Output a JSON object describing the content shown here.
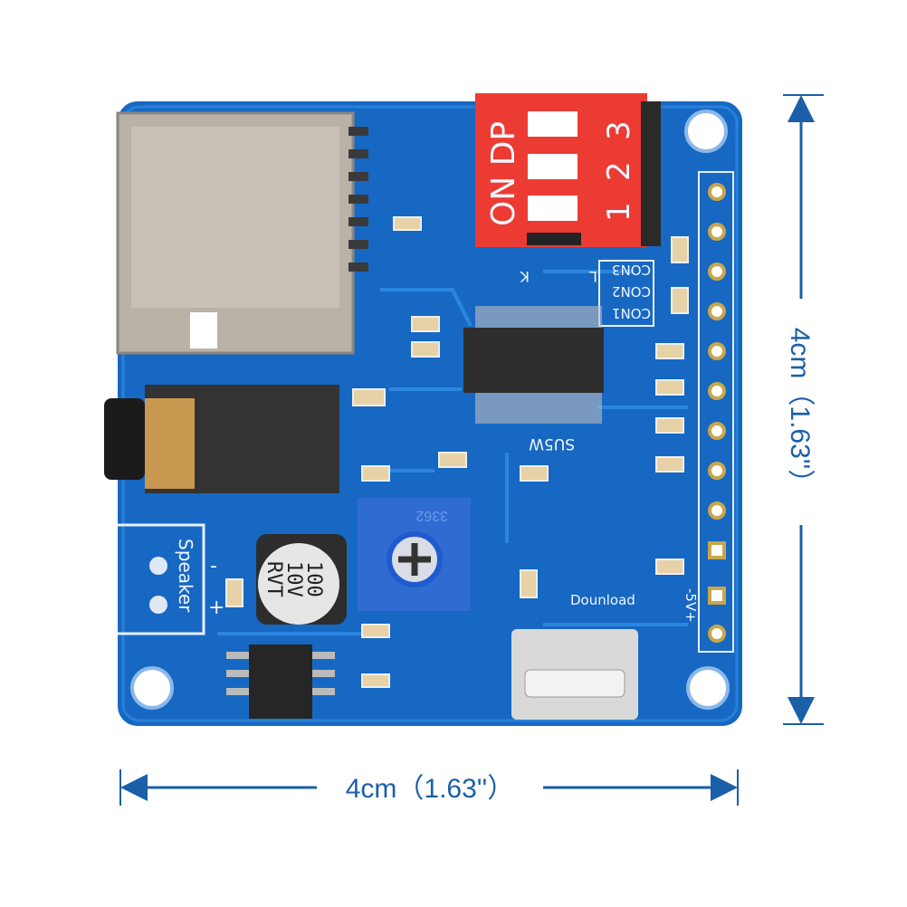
{
  "board": {
    "dip_switch": {
      "label": "ON DP",
      "positions": [
        "1",
        "2",
        "3"
      ]
    },
    "silkscreen": {
      "k": "K",
      "l": "L",
      "con3": "CON3",
      "con2": "CON2",
      "con1": "CON1",
      "chip": "SU5W",
      "speaker": "Speaker",
      "minus": "-",
      "plus": "+",
      "download": "Dounload",
      "power": "-5V+"
    },
    "capacitor": {
      "line1": "100",
      "line2": "10V",
      "line3": "RVT"
    },
    "potentiometer": "3362"
  },
  "dimensions": {
    "width_label": "4cm（1.63''）",
    "height_label": "4cm（1.63''）"
  },
  "colors": {
    "board": "#1768c2",
    "dimension": "#1a5fa8",
    "dip": "#ec3b33"
  }
}
